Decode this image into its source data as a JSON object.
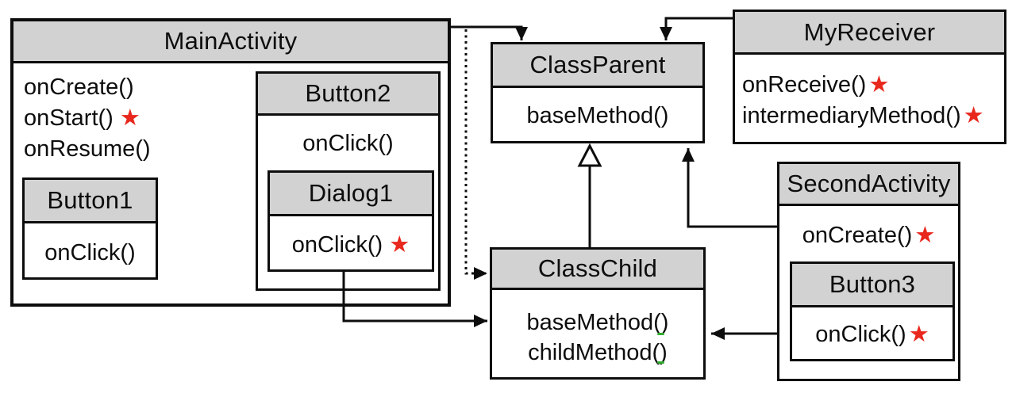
{
  "star_glyph": "★",
  "colors": {
    "box_border": "#0d0d0d",
    "header_fill": "#d2d2d2",
    "star_red": "#e8271d",
    "background": "#ffffff",
    "spellcheck_green": "#2fae2f"
  },
  "classes": {
    "main_activity": {
      "title": "MainActivity",
      "methods": [
        {
          "label": "onCreate()",
          "starred": false
        },
        {
          "label": "onStart()",
          "starred": true
        },
        {
          "label": "onResume()",
          "starred": false
        }
      ]
    },
    "button1": {
      "title": "Button1",
      "methods": [
        {
          "label": "onClick()",
          "starred": false
        }
      ]
    },
    "button2": {
      "title": "Button2",
      "methods": [
        {
          "label": "onClick()",
          "starred": false
        }
      ]
    },
    "dialog1": {
      "title": "Dialog1",
      "methods": [
        {
          "label": "onClick()",
          "starred": true
        }
      ]
    },
    "class_parent": {
      "title": "ClassParent",
      "methods": [
        {
          "label": "baseMethod()",
          "starred": false
        }
      ]
    },
    "class_child": {
      "title": "ClassChild",
      "methods": [
        {
          "label": "baseMethod()",
          "starred": false
        },
        {
          "label": "childMethod()",
          "starred": false
        }
      ]
    },
    "my_receiver": {
      "title": "MyReceiver",
      "methods": [
        {
          "label": "onReceive()",
          "starred": true
        },
        {
          "label": "intermediaryMethod()",
          "starred": true
        }
      ]
    },
    "second_activity": {
      "title": "SecondActivity",
      "methods": [
        {
          "label": "onCreate()",
          "starred": true
        }
      ]
    },
    "button3": {
      "title": "Button3",
      "methods": [
        {
          "label": "onClick()",
          "starred": true
        }
      ]
    }
  },
  "edges": [
    {
      "from": "MainActivity",
      "to": "ClassParent",
      "style": "solid",
      "head": "arrow"
    },
    {
      "from": "MainActivity",
      "to": "ClassChild",
      "style": "dotted",
      "head": "arrow"
    },
    {
      "from": "Dialog1",
      "to": "ClassChild",
      "style": "solid",
      "head": "arrow"
    },
    {
      "from": "MyReceiver",
      "to": "ClassParent",
      "style": "solid",
      "head": "arrow"
    },
    {
      "from": "SecondActivity",
      "to": "ClassParent",
      "style": "solid",
      "head": "arrow"
    },
    {
      "from": "SecondActivity",
      "to": "ClassChild",
      "style": "solid",
      "head": "arrow"
    },
    {
      "from": "ClassChild",
      "to": "ClassParent",
      "style": "solid",
      "head": "hollow-triangle"
    }
  ]
}
